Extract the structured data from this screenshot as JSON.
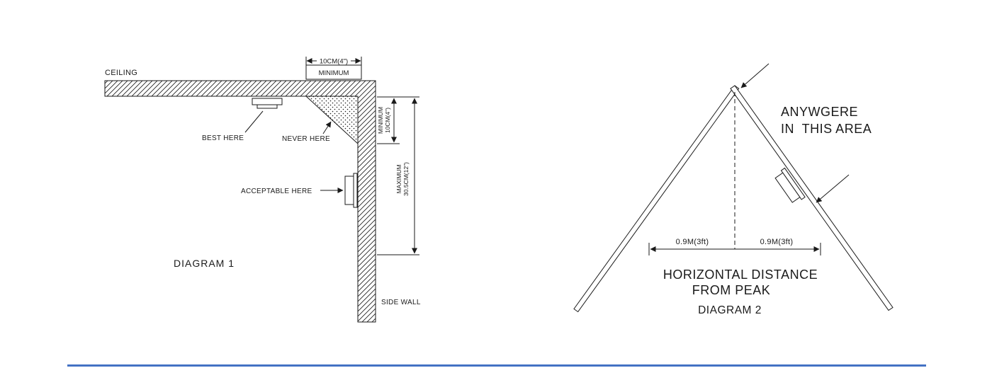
{
  "page": {
    "background": "#ffffff",
    "line_color": "#1a1a1a",
    "accent_color": "#4472c4"
  },
  "diagram1": {
    "title": "DIAGRAM 1",
    "ceiling_label": "CEILING",
    "side_wall_label": "SIDE WALL",
    "best_here_label": "BEST HERE",
    "never_here_label": "NEVER HERE",
    "acceptable_here_label": "ACCEPTABLE HERE",
    "top_dim_value": "10CM(4\")",
    "top_dim_label": "MINIMUM",
    "min_dim_label": "MINIMUM",
    "min_dim_value": "10CM(4\")",
    "max_dim_label": "MAXIMUM",
    "max_dim_value": "30.5CM(12\")"
  },
  "diagram2": {
    "title": "DIAGRAM 2",
    "area_label_line1": "ANYWGERE",
    "area_label_line2": "IN  THIS AREA",
    "left_dim_value": "0.9M(3ft)",
    "right_dim_value": "0.9M(3ft)",
    "caption_line1": "HORIZONTAL DISTANCE",
    "caption_line2": "FROM PEAK"
  }
}
